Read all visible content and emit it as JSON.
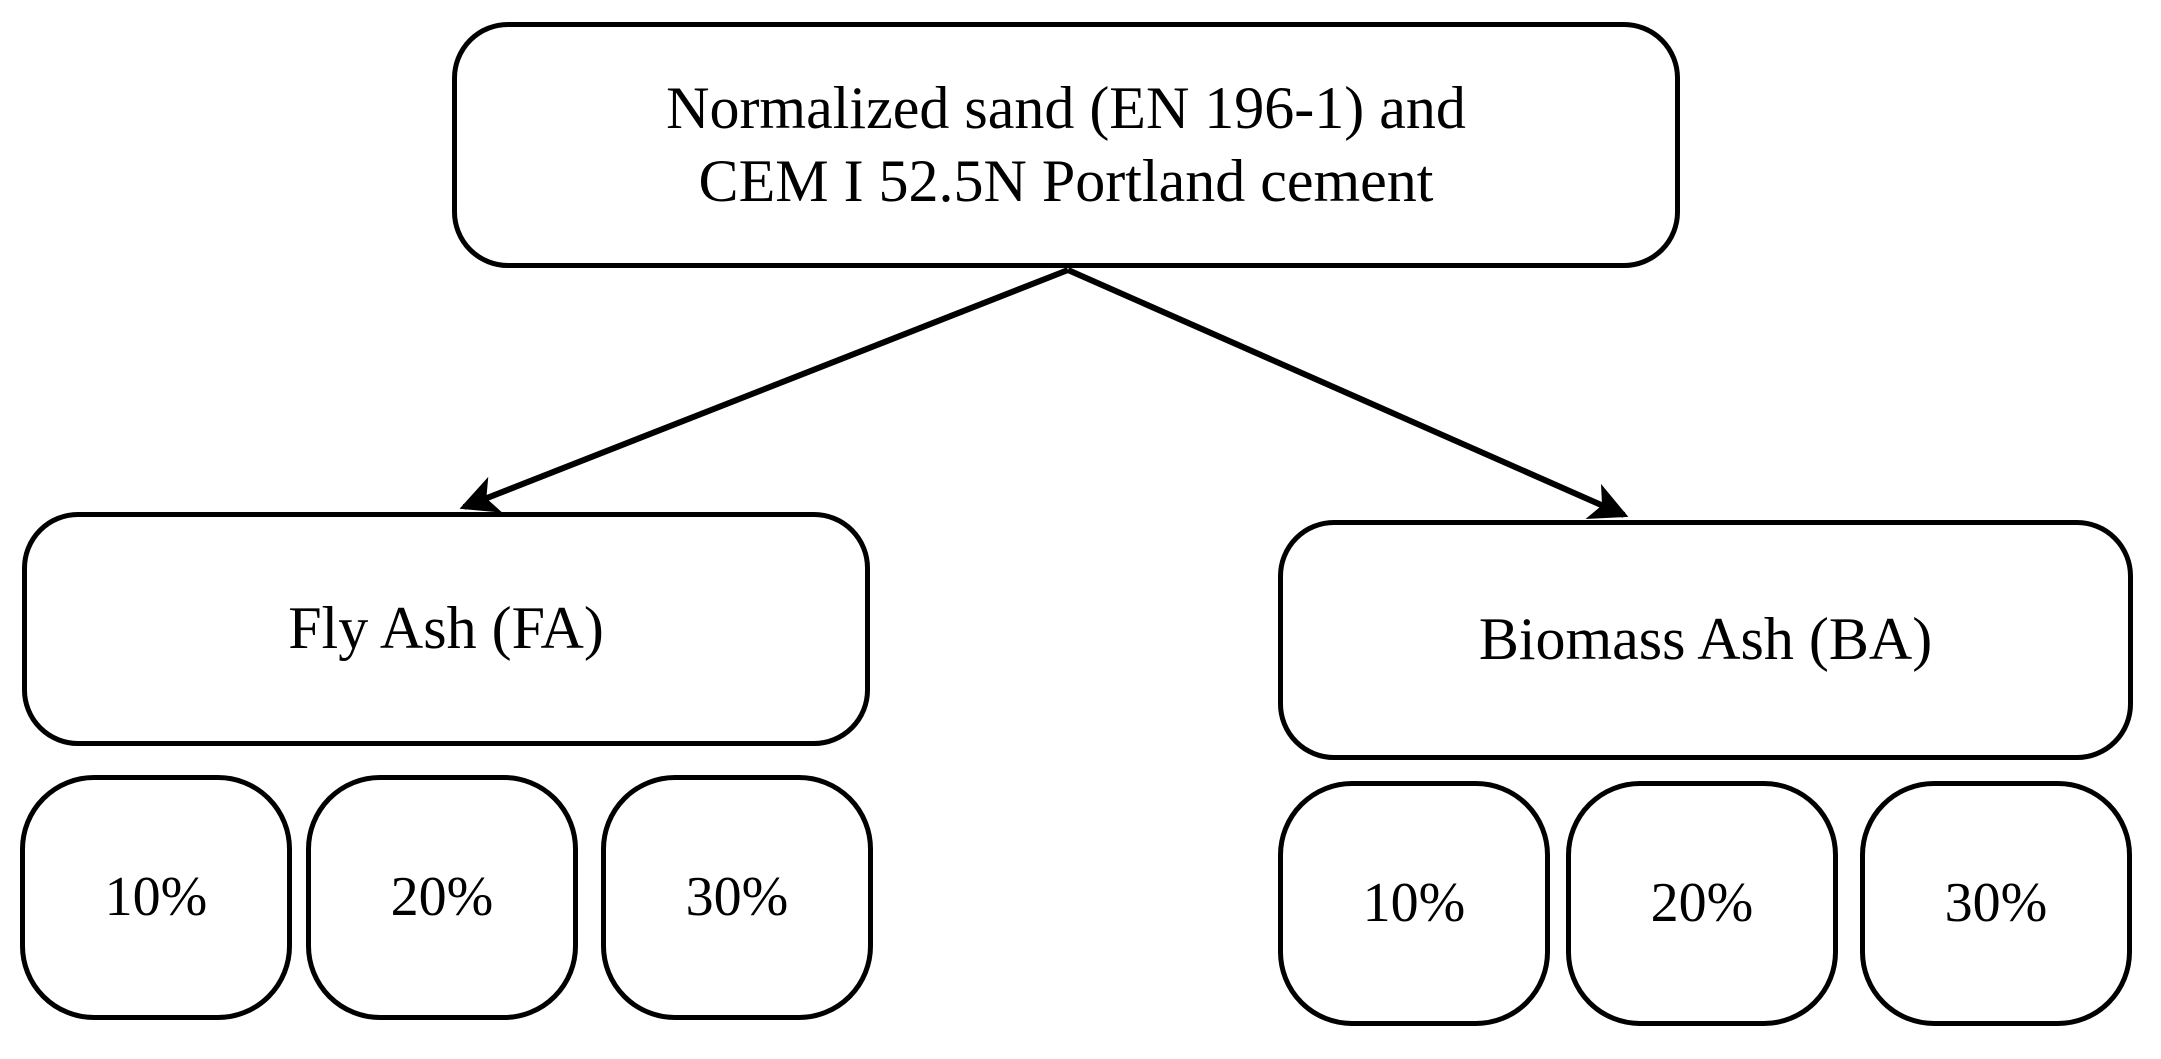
{
  "diagram": {
    "title_text": "Normalized sand (EN 196-1) and\nCEM I 52.5N Portland cement",
    "root": {
      "label": "Normalized sand (EN 196-1) and\nCEM I 52.5N Portland cement",
      "line1": "Normalized sand (EN 196-1) and",
      "line2": "CEM I 52.5N Portland cement"
    },
    "branches": [
      {
        "id": "fly-ash",
        "label": "Fly Ash (FA)",
        "abbreviation": "FA",
        "dosages": [
          "10%",
          "20%",
          "30%"
        ]
      },
      {
        "id": "biomass-ash",
        "label": "Biomass Ash (BA)",
        "abbreviation": "BA",
        "dosages": [
          "10%",
          "20%",
          "30%"
        ]
      }
    ],
    "connectors": [
      {
        "name": "arrow-root-to-fly-ash",
        "from": "root",
        "to": "fly-ash",
        "head": "filled-triangle"
      },
      {
        "name": "arrow-root-to-biomass-ash",
        "from": "root",
        "to": "biomass-ash",
        "head": "filled-triangle"
      }
    ],
    "colors": {
      "stroke": "#000000",
      "fill": "#ffffff",
      "text": "#000000",
      "background": "#ffffff"
    }
  }
}
